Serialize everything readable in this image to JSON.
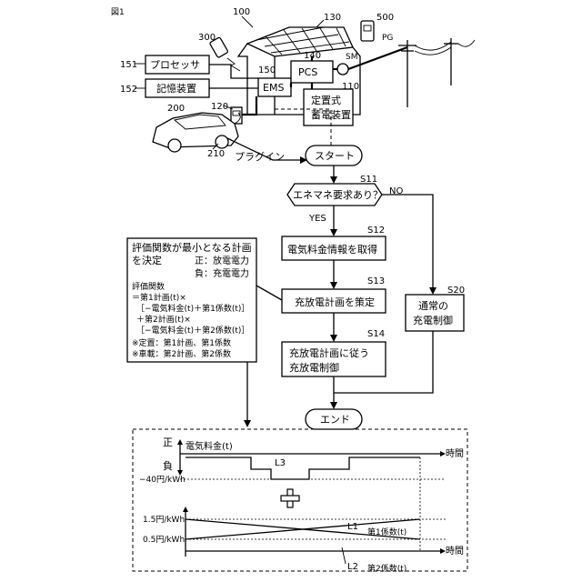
{
  "figure": {
    "label": "図1"
  },
  "refs": {
    "house": "100",
    "panel": "130",
    "phone": "300",
    "meter_dev": "500",
    "pcs_ref": "140",
    "ems_ref": "150",
    "processor_ref": "151",
    "storage_ref": "152",
    "battery_ref": "110",
    "charger_ref": "120",
    "car_ref": "200",
    "plug_ref": "210",
    "pg": "PG",
    "sm": "SM"
  },
  "devices": {
    "processor": "プロセッサ",
    "storage": "記憶装置",
    "ems": "EMS",
    "pcs": "PCS",
    "battery_line1": "定置式",
    "battery_line2": "蓄電装置",
    "plugin": "プラグイン"
  },
  "flow": {
    "start": "スタート",
    "s11_label": "S11",
    "s11": "エネマネ要求あり？",
    "yes": "YES",
    "no": "NO",
    "s12_label": "S12",
    "s12": "電気料金情報を取得",
    "s13_label": "S13",
    "s13": "充放電計画を策定",
    "s14_label": "S14",
    "s14_line1": "充放電計画に従う",
    "s14_line2": "充放電制御",
    "s20_label": "S20",
    "s20_line1": "通常の",
    "s20_line2": "充電制御",
    "end": "エンド"
  },
  "note": {
    "lines": [
      "評価関数が最小となる計画",
      "を決定",
      "正：放電電力",
      "負：充電電力",
      "評価関数",
      "＝第1計画(t)×",
      "［−電気料金(t)＋第1係数(t)］",
      "＋第2計画(t)×",
      "［−電気料金(t)＋第2係数(t)］",
      "※定置：第1計画、第1係数",
      "※車載：第2計画、第2係数"
    ]
  },
  "graph": {
    "positive": "正",
    "negative": "負",
    "price_label": "電気料金(t)",
    "time": "時間",
    "l3": "L3",
    "l1": "L1",
    "l2": "L2",
    "price_tick": "−40円/kWh",
    "tick_high": "1.5円/kWh",
    "tick_low": "0.5円/kWh",
    "coef1": "第1係数(t)",
    "coef2": "第2係数(t)"
  }
}
